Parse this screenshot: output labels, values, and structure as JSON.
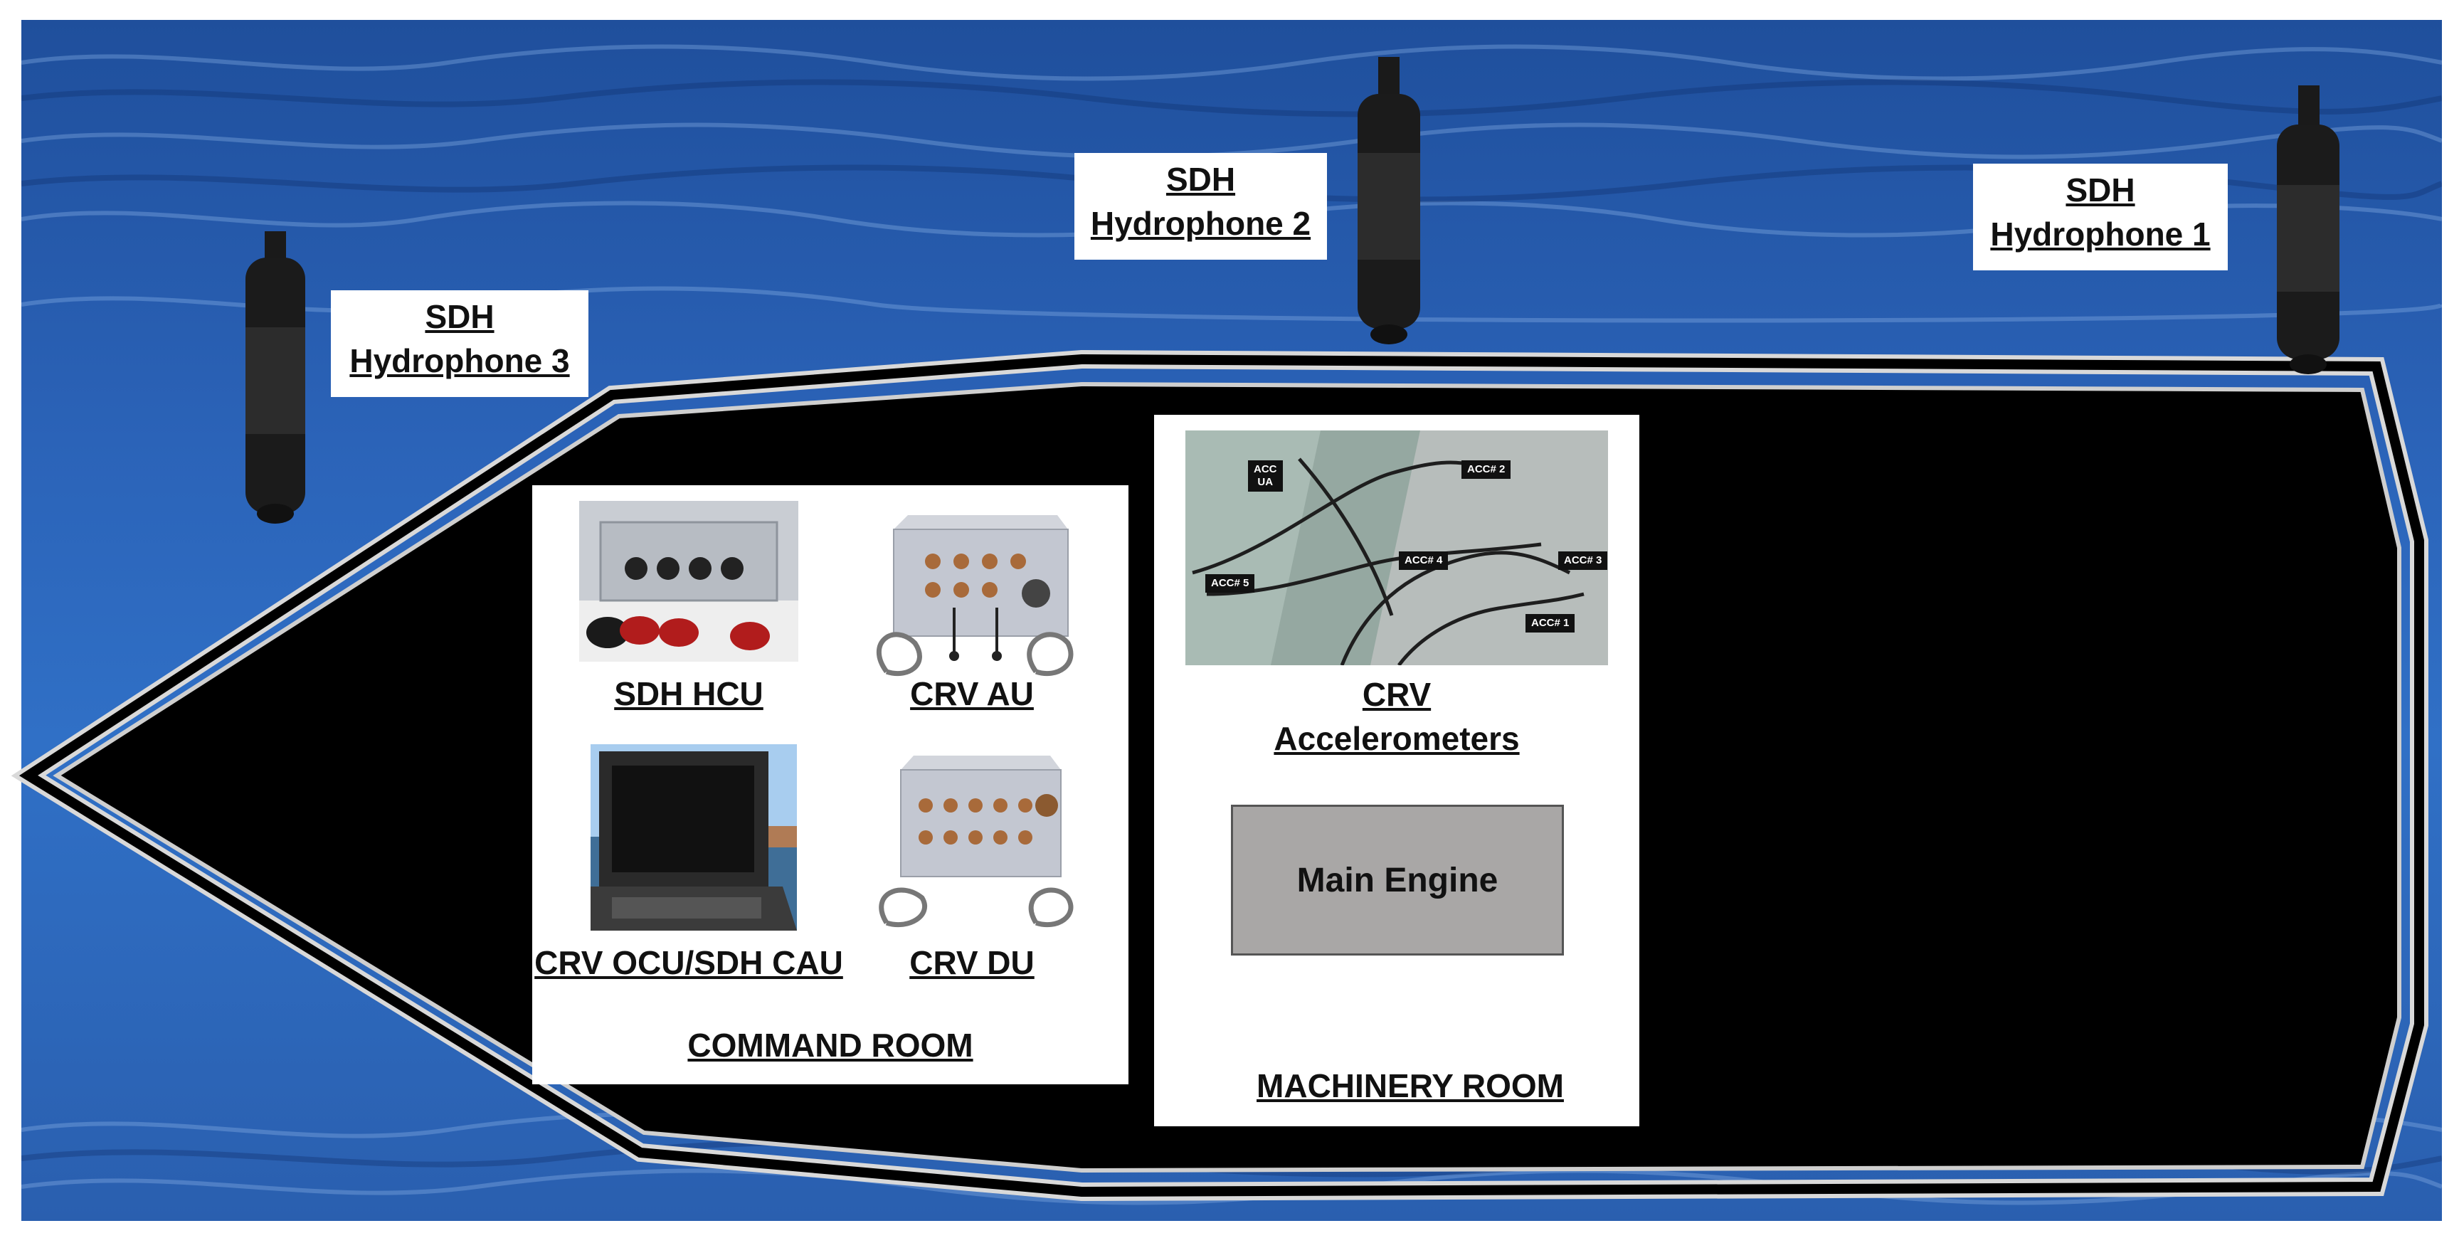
{
  "hydrophones": [
    {
      "title": "SDH",
      "name": "Hydrophone 3"
    },
    {
      "title": "SDH",
      "name": "Hydrophone 2"
    },
    {
      "title": "SDH",
      "name": "Hydrophone 1"
    }
  ],
  "command_room": {
    "label": "COMMAND  ROOM",
    "units": [
      "SDH HCU",
      "CRV AU",
      "CRV OCU/SDH CAU",
      "CRV DU"
    ]
  },
  "machinery_room": {
    "label": "MACHINERY ROOM",
    "accelerometers": {
      "title": "CRV",
      "name": "Accelerometers"
    },
    "accelerometer_tags": [
      {
        "line1": "ACC",
        "line2": "UA"
      },
      {
        "line1": "ACC# 2",
        "line2": ""
      },
      {
        "line1": "ACC# 5",
        "line2": ""
      },
      {
        "line1": "ACC# 4",
        "line2": ""
      },
      {
        "line1": "ACC# 3",
        "line2": ""
      },
      {
        "line1": "ACC# 1",
        "line2": ""
      }
    ],
    "engine_label": "Main Engine"
  },
  "colors": {
    "sea": "#2b63b8",
    "hull": "#000000",
    "panel": "#ffffff",
    "engine": "#a9a7a6"
  }
}
